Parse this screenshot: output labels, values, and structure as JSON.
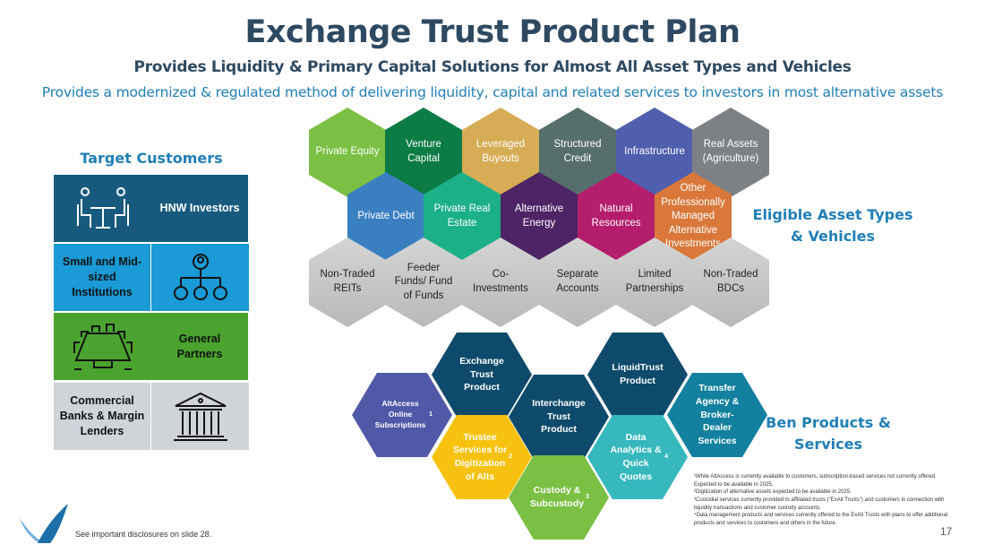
{
  "header": {
    "title": "Exchange Trust Product Plan",
    "subtitle": "Provides Liquidity & Primary Capital Solutions for Almost All Asset Types and Vehicles",
    "tagline": "Provides a modernized & regulated method of delivering liquidity, capital and related services to investors in most alternative assets"
  },
  "target": {
    "heading": "Target Customers",
    "rows": [
      {
        "label": "HNW Investors",
        "icon": "meeting-icon",
        "color": "#175a7e"
      },
      {
        "label": "Small and Mid-sized Institutions",
        "icon": "org-chart-icon",
        "color": "#1a9ad6"
      },
      {
        "label": "General Partners",
        "icon": "boardroom-table-icon",
        "color": "#4aa32e"
      },
      {
        "label": "Commercial Banks & Margin Lenders",
        "icon": "bank-icon",
        "color": "#d0d3d8"
      }
    ]
  },
  "assets": {
    "heading": "Eligible Asset Types & Vehicles",
    "top": [
      {
        "label": "Private Equity",
        "color": "#7bc043"
      },
      {
        "label": "Venture Capital",
        "color": "#0c7c45"
      },
      {
        "label": "Leveraged Buyouts",
        "color": "#d6ac55"
      },
      {
        "label": "Structured Credit",
        "color": "#566f6c"
      },
      {
        "label": "Infrastructure",
        "color": "#4f5fae"
      },
      {
        "label": "Real Assets (Agriculture)",
        "color": "#7d8185"
      }
    ],
    "middle": [
      {
        "label": "Private Debt",
        "color": "#3a80c1"
      },
      {
        "label": "Private Real Estate",
        "color": "#1cb088"
      },
      {
        "label": "Alternative Energy",
        "color": "#4d2466"
      },
      {
        "label": "Natural Resources",
        "color": "#b41e6d"
      },
      {
        "label": "Other Professionally Managed Alternative Investments",
        "color": "#d9783a"
      }
    ],
    "bottom": [
      "Non-Traded REITs",
      "Feeder Funds/ Fund of Funds",
      "Co-Investments",
      "Separate Accounts",
      "Limited Partnerships",
      "Non-Traded BDCs"
    ]
  },
  "products": {
    "heading": "Ben Products & Services",
    "items": [
      {
        "label": "AltAccess Online Subscriptions",
        "sup": "1",
        "color": "#5058a8"
      },
      {
        "label": "Exchange Trust Product",
        "sup": "",
        "color": "#0e4a6b"
      },
      {
        "label": "Interchange Trust Product",
        "sup": "",
        "color": "#0e4a6b"
      },
      {
        "label": "LiquidTrust Product",
        "sup": "",
        "color": "#0e4a6b"
      },
      {
        "label": "Transfer Agency & Broker-Dealer Services",
        "sup": "",
        "color": "#12809e"
      },
      {
        "label": "Trustee Services for Digitization of Alts",
        "sup": "2",
        "color": "#f6c20f"
      },
      {
        "label": "Data Analytics & Quick Quotes",
        "sup": "4",
        "color": "#36b8bd"
      },
      {
        "label": "Custody & Subcustody",
        "sup": "3",
        "color": "#7bc043"
      }
    ]
  },
  "footnotes": [
    "¹While AltAccess is currently available to customers, subscription-based services not currently offered. Expected to be available in 2025.",
    "²Digitization of alternative assets expected to be available in 2025.",
    "³Custodial services currently provided to affiliated trusts (\"ExAlt Trusts\") and customers in connection with liquidity transactions and customer custody accounts.",
    "⁴Data management products and services currently offered to the ExAlt Trusts with plans to offer additional products and services to customers and others in the future."
  ],
  "footer": {
    "disclosure": "See important disclosures on slide 28.",
    "page": "17"
  }
}
